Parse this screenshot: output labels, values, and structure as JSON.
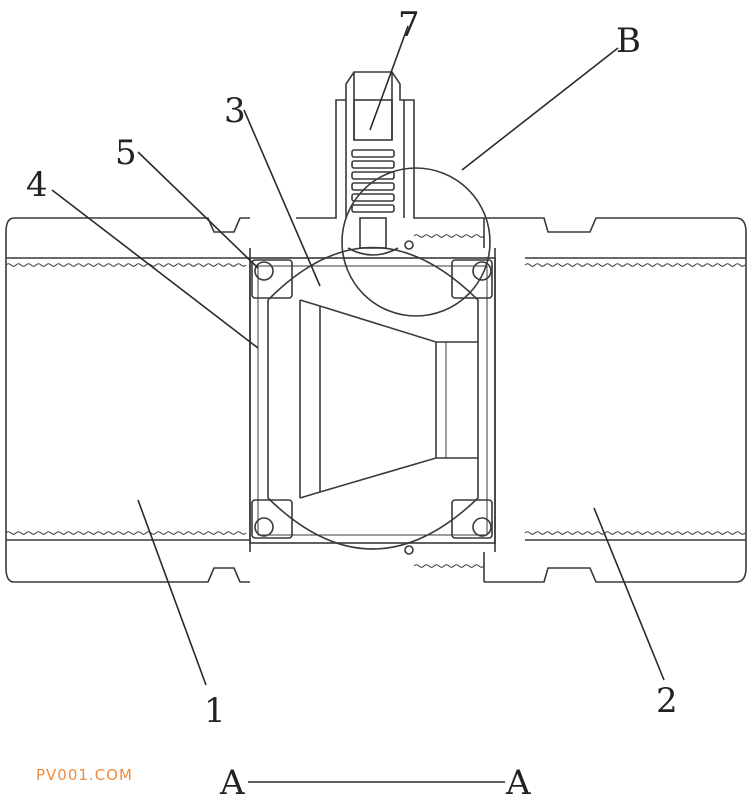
{
  "labels": {
    "part_1": "1",
    "part_2": "2",
    "part_3": "3",
    "part_4": "4",
    "part_5": "5",
    "part_7": "7",
    "detail_b": "B"
  },
  "section": {
    "left": "A",
    "right": "A"
  },
  "watermark": "PV001.COM"
}
